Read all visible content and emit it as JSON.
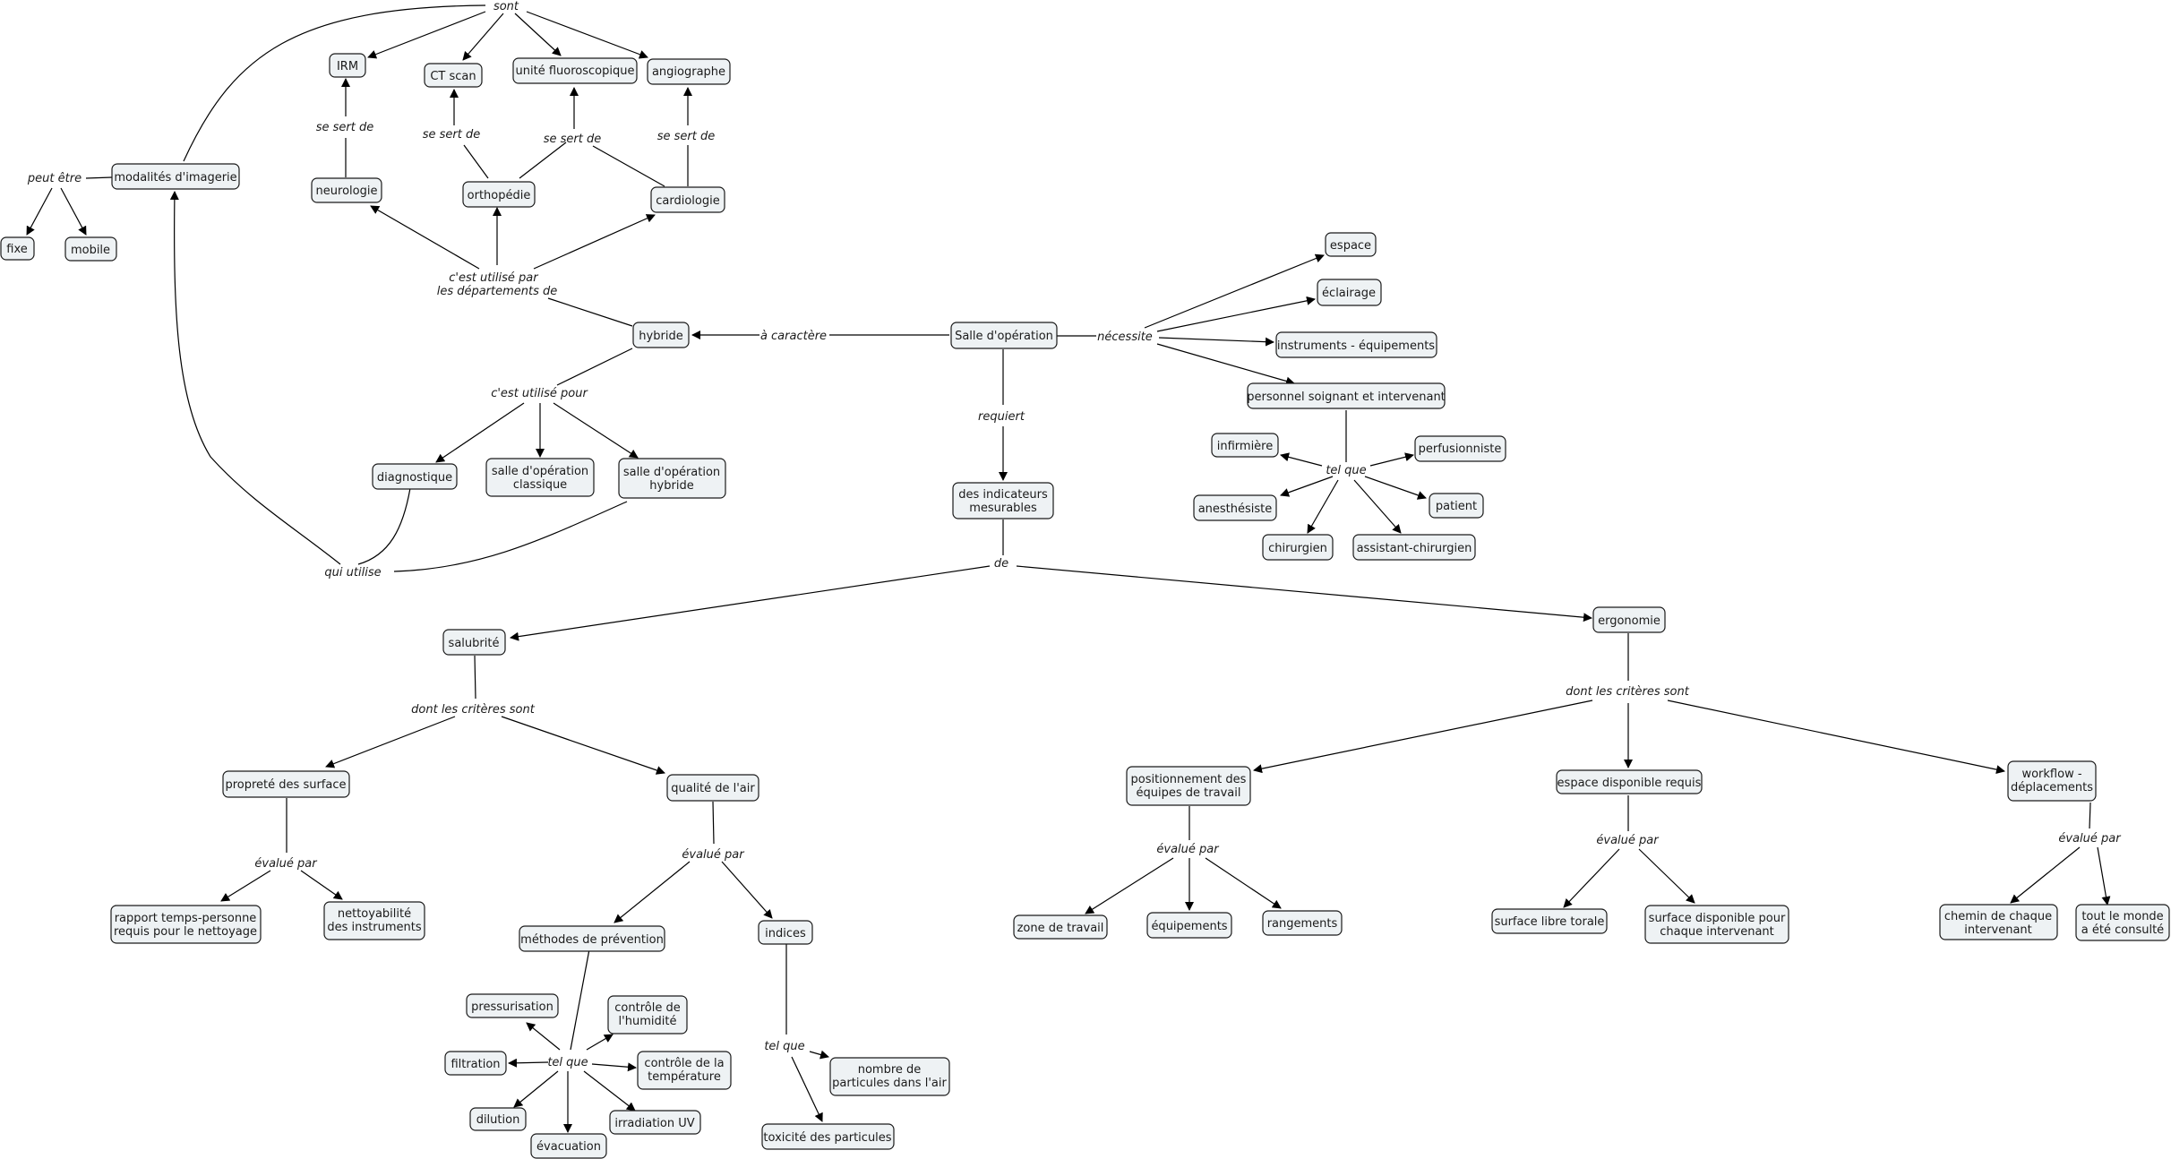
{
  "concepts": {
    "irm": "IRM",
    "ct_scan": "CT scan",
    "fluoro": "unité fluoroscopique",
    "angiographe": "angiographe",
    "modalites": "modalités d'imagerie",
    "fixe": "fixe",
    "mobile": "mobile",
    "neurologie": "neurologie",
    "orthopedie": "orthopédie",
    "cardiologie": "cardiologie",
    "hybride": "hybride",
    "salle_op": "Salle d'opération",
    "espace": "espace",
    "eclairage": "éclairage",
    "instruments": "instruments - équipements",
    "personnel": "personnel soignant et intervenant",
    "infirmiere": "infirmière",
    "perfusionniste": "perfusionniste",
    "anesthesiste": "anesthésiste",
    "patient": "patient",
    "chirurgien": "chirurgien",
    "assistant": "assistant-chirurgien",
    "diagnostique": "diagnostique",
    "salle_classique": [
      "salle d'opération",
      "classique"
    ],
    "salle_hybride": [
      "salle d'opération",
      "hybride"
    ],
    "indicateurs": [
      "des indicateurs",
      "mesurables"
    ],
    "salubrite": "salubrité",
    "ergonomie": "ergonomie",
    "proprete": "propreté des surface",
    "qualite_air": "qualité de l'air",
    "rapport": [
      "rapport temps-personne",
      "requis pour le nettoyage"
    ],
    "nettoyabilite": [
      "nettoyabilité",
      "des instruments"
    ],
    "methodes": "méthodes de prévention",
    "indices": "indices",
    "pressurisation": "pressurisation",
    "controle_humidite": [
      "contrôle de",
      "l'humidité"
    ],
    "filtration": "filtration",
    "controle_temp": [
      "contrôle de la",
      "température"
    ],
    "dilution": "dilution",
    "irradiation": "irradiation UV",
    "evacuation": "évacuation",
    "nb_particules": [
      "nombre de",
      "particules dans l'air"
    ],
    "toxicite": "toxicité des particules",
    "positionnement": [
      "positionnement des",
      "équipes de travail"
    ],
    "espace_requis": "espace disponible requis",
    "workflow": [
      "workflow -",
      "déplacements"
    ],
    "zone_travail": "zone de travail",
    "equipements": "équipements",
    "rangements": "rangements",
    "surface_libre": "surface libre torale",
    "surface_dispo": [
      "surface disponible pour",
      "chaque intervenant"
    ],
    "chemin": [
      "chemin de chaque",
      "intervenant"
    ],
    "monde_consulte": [
      "tout le monde",
      "a été consulté"
    ]
  },
  "links": {
    "sont": "sont",
    "peut_etre": "peut être",
    "se_sert_neuro": "se sert de",
    "se_sert_ortho": "se sert de",
    "se_sert_ortho2": "se sert de",
    "se_sert_cardio": "se sert de",
    "utilise_par": [
      "c'est utilisé par",
      "les départements de"
    ],
    "a_caractere": "à caractère",
    "necessite": "nécessite",
    "tel_que_perso": "tel que",
    "utilise_pour": "c'est utilisé pour",
    "qui_utilise": "qui utilise",
    "requiert": "requiert",
    "de": "de",
    "criteres_salubrite": "dont les critères sont",
    "criteres_ergonomie": "dont les critères sont",
    "evalue_proprete": "évalué par",
    "evalue_air": "évalué par",
    "tel_que_methodes": "tel que",
    "tel_que_indices": "tel que",
    "evalue_position": "évalué par",
    "evalue_espace": "évalué par",
    "evalue_workflow": "évalué par"
  }
}
